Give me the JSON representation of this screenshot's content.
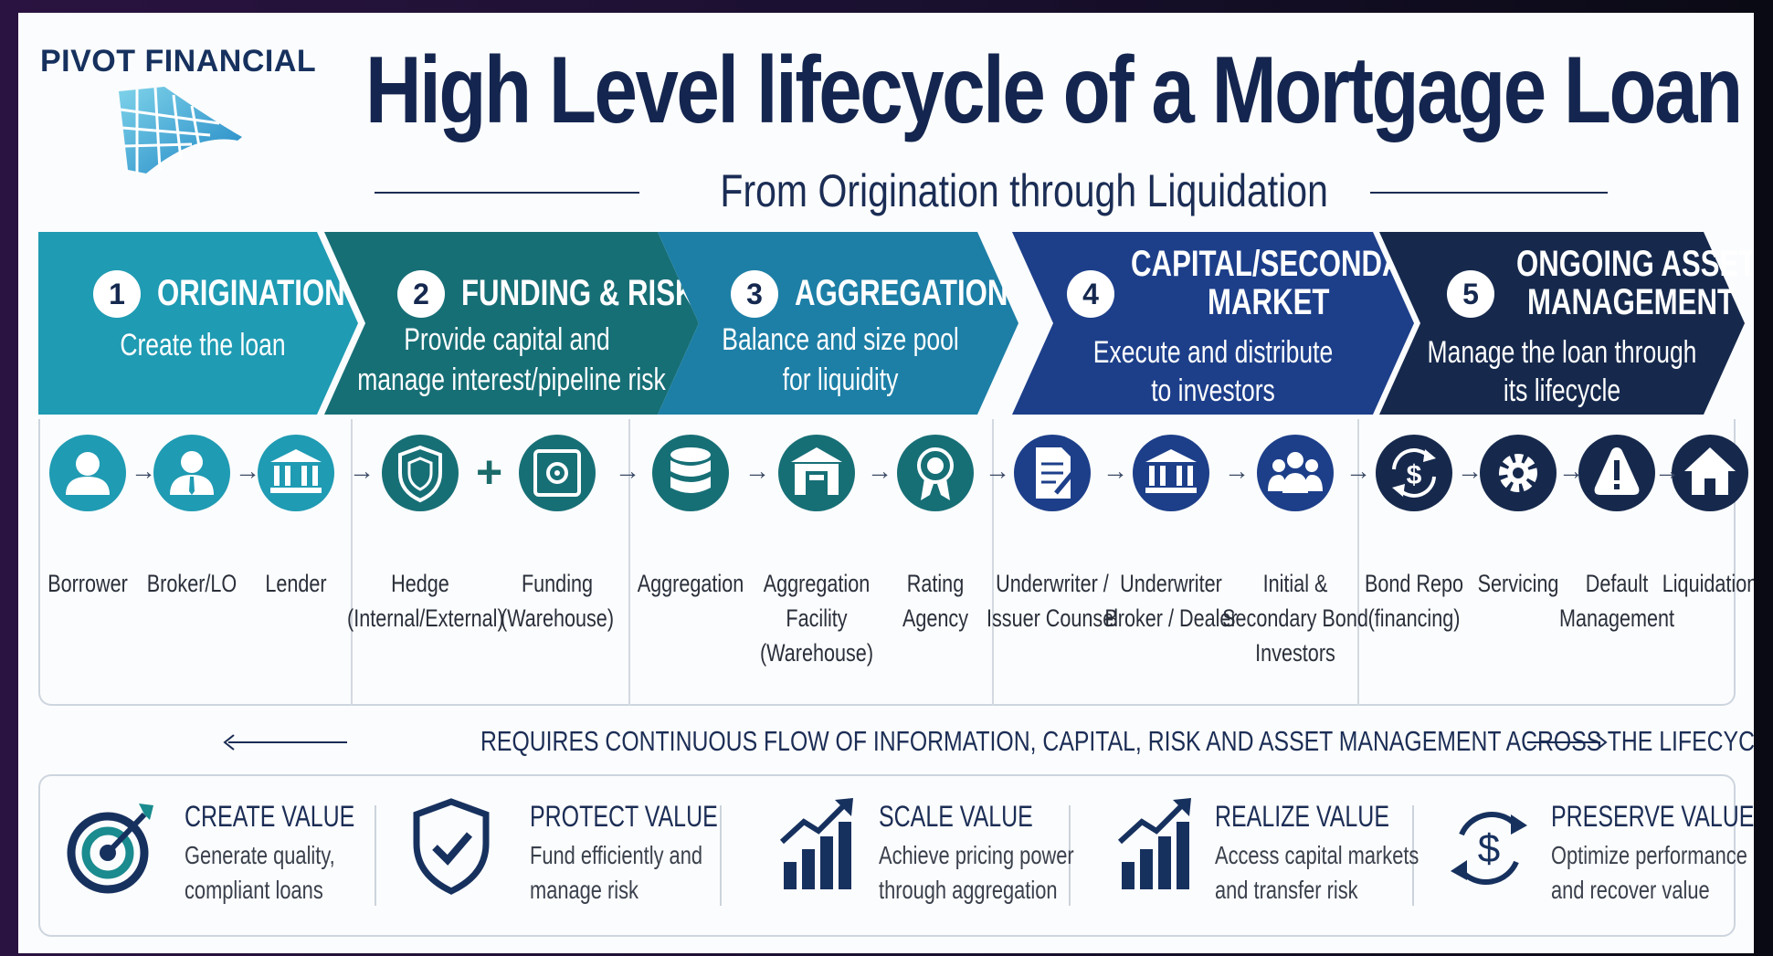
{
  "brand": {
    "name": "PIVOT FINANCIAL"
  },
  "header": {
    "title": "High Level lifecycle of a Mortgage Loan",
    "subtitle": "From Origination through Liquidation"
  },
  "stages": [
    {
      "number": "1",
      "title": "ORIGINATION",
      "title2": "",
      "desc1": "Create the loan",
      "desc2": "",
      "color": "#1f9bb3"
    },
    {
      "number": "2",
      "title": "FUNDING & RISK",
      "title2": "",
      "desc1": "Provide capital and",
      "desc2": "manage interest/pipeline risk",
      "color": "#176f76"
    },
    {
      "number": "3",
      "title": "AGGREGATION",
      "title2": "",
      "desc1": "Balance and size pool",
      "desc2": "for liquidity",
      "color": "#1d7fa6"
    },
    {
      "number": "4",
      "title": "CAPITAL/SECONDARY",
      "title2": "MARKET",
      "desc1": "Execute and distribute",
      "desc2": "to investors",
      "color": "#1d3f8a"
    },
    {
      "number": "5",
      "title": "ONGOING ASSET",
      "title2": "MANAGEMENT",
      "desc1": "Manage the loan through",
      "desc2": "its lifecycle",
      "color": "#16294d"
    }
  ],
  "participants": [
    {
      "label": "Borrower",
      "icon": "person-icon",
      "color": "#1f9bb3"
    },
    {
      "label": "Broker/LO",
      "icon": "broker-icon",
      "color": "#1f9bb3"
    },
    {
      "label": "Lender",
      "icon": "bank-icon",
      "color": "#1f9bb3"
    },
    {
      "label": "Hedge\n(Internal/External)",
      "icon": "shield-icon",
      "color": "#176f76"
    },
    {
      "label": "Funding\n(Warehouse)",
      "icon": "safe-icon",
      "color": "#176f76"
    },
    {
      "label": "Aggregation",
      "icon": "database-icon",
      "color": "#176f76"
    },
    {
      "label": "Aggregation\nFacility\n(Warehouse)",
      "icon": "warehouse-icon",
      "color": "#176f76"
    },
    {
      "label": "Rating\nAgency",
      "icon": "ribbon-icon",
      "color": "#176f76"
    },
    {
      "label": "Underwriter /\nIssuer Counsel",
      "icon": "document-icon",
      "color": "#1d3f8a"
    },
    {
      "label": "Underwriter\nBroker / Dealer",
      "icon": "bank-icon",
      "color": "#1d3f8a"
    },
    {
      "label": "Initial &\nSecondary Bond\nInvestors",
      "icon": "group-icon",
      "color": "#1d3f8a"
    },
    {
      "label": "Bond Repo\n(financing)",
      "icon": "dollar-cycle-icon",
      "color": "#16294d"
    },
    {
      "label": "Servicing",
      "icon": "gear-icon",
      "color": "#16294d"
    },
    {
      "label": "Default\nManagement",
      "icon": "warning-icon",
      "color": "#16294d"
    },
    {
      "label": "Liquidation",
      "icon": "house-icon",
      "color": "#16294d"
    }
  ],
  "connectors": {
    "arrow": "→",
    "plus": "+"
  },
  "flow": {
    "text": "REQUIRES CONTINUOUS FLOW OF INFORMATION, CAPITAL, RISK AND ASSET MANAGEMENT ACROSS THE LIFECYCLE"
  },
  "values": [
    {
      "title": "CREATE VALUE",
      "line1": "Generate quality,",
      "line2": "compliant loans",
      "icon": "target-icon"
    },
    {
      "title": "PROTECT VALUE",
      "line1": "Fund efficiently and",
      "line2": "manage risk",
      "icon": "shield-check-icon"
    },
    {
      "title": "SCALE VALUE",
      "line1": "Achieve pricing power",
      "line2": "through aggregation",
      "icon": "growth-chart-icon"
    },
    {
      "title": "REALIZE VALUE",
      "line1": "Access capital markets",
      "line2": "and transfer risk",
      "icon": "growth-chart-icon"
    },
    {
      "title": "PRESERVE VALUE",
      "line1": "Optimize performance",
      "line2": "and recover value",
      "icon": "dollar-cycle-icon"
    }
  ]
}
